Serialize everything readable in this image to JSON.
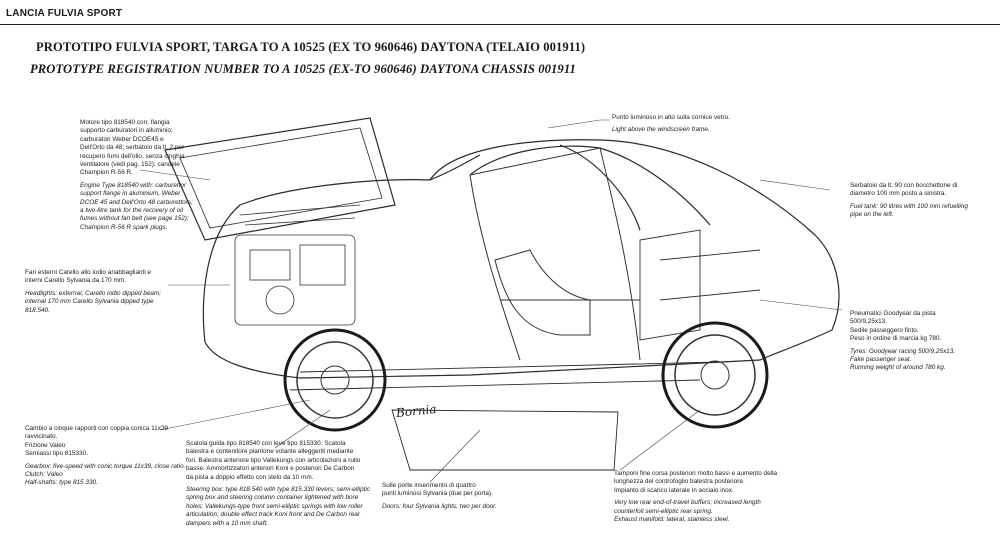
{
  "header": {
    "brand": "LANCIA FULVIA SPORT"
  },
  "titles": {
    "italian": "PROTOTIPO FULVIA SPORT, TARGA TO A 10525 (EX TO 960646) DAYTONA (TELAIO 001911)",
    "english": "PROTOTYPE REGISTRATION NUMBER TO A 10525 (EX-TO 960646) DAYTONA CHASSIS 001911"
  },
  "notes": {
    "engine": {
      "it": "Motore tipo 818540 con: flangia\nsupporto carburatori in alluminio;\ncarburatori Weber DCOE45 e\nDell'Orto da 48; serbatoio da lt. 2 per\nrecupero fumi dell'olio, senza cinghia\nventilatore (vedi pag. 152); candele\nChampion R-56 R.",
      "en": "Engine Type 818540 with: carburettor\nsupport flange in aluminium, Weber\nDCOE 45 and Dell'Orto 48 carburettors;\na two-litre tank for the recovery of oil\nfumes without fan belt (see page 152);\nChampion R-56 R spark plugs."
    },
    "light": {
      "it": "Punto luminoso in alto sulla cornice vetro.",
      "en": "Light above the windscreen frame."
    },
    "fuel": {
      "it": "Serbatoio da lt. 90 con bocchettone di\ndiametro 100 mm posto a sinistra.",
      "en": "Fuel tank: 90 litres with 100 mm refuelling\npipe on the left."
    },
    "lights": {
      "it": "Fari esterni Carello allo iodio anabbaglianti e\ninterni Carello Sylvania da 170 mm.",
      "en": "Headlights: external, Carello iodio dipped beam;\ninternal 170 mm Carello Sylvania dipped type\n818.540."
    },
    "tyres": {
      "it": "Pneumatici Goodyear da pista\n500/9,25x13.\nSedile passeggero finto.\nPeso in ordine di marcia kg 780.",
      "en": "Tyres: Goodyear racing 500/9,25x13.\nFake passenger seat.\nRunning weight of around 780 kg."
    },
    "gearbox": {
      "it": "Cambio a cinque rapporti con coppia conica 11x39\nravvicinato.\nFrizione Valeo\nSemiassi tipo 815330.",
      "en": "Gearbox: five-speed with conic torque 11x39, close ratio.\nClutch: Valeo\nHalf-shafts: type 815.330."
    },
    "steering": {
      "it": "Scatola guida tipo 818540 con leve tipo 815330. Scatola\nbalestra e contenitore piantone volante alleggeriti mediante\nfori. Balestra anteriore tipo Vallekungs con articolazioni a rullo\nbasse. Ammortizzatori anteriori Koni e posteriori De Carbon\nda pista a doppio effetto con stelo da 10 mm.",
      "en": "Steering box: type 818.540 with type 815.330 levers; semi-elliptic\nspring box and steering column container lightened with bore\nholes; Vallekungs-type front semi-elliptic springs with low roller\narticulation; double effect track Koni front and De Carbon rear\ndampers with a 10 mm shaft."
    },
    "doors": {
      "it": "Sulle porte inserimento di quattro\npunti luminosi Sylvania (due per porta).",
      "en": "Doors: four Sylvania lights, two per door."
    },
    "buffers": {
      "it": "Tamponi fine corsa posteriori molto bassi e aumento della\nlunghezza del controfoglio balestra posteriore.\nImpianto di scarico laterale in acciaio inox.",
      "en": "Very low rear end-of-travel buffers; increased length\ncounterfoil semi-elliptic rear spring.\nExhaust manifold: lateral, stainless steel."
    }
  },
  "signature": "Bornia"
}
